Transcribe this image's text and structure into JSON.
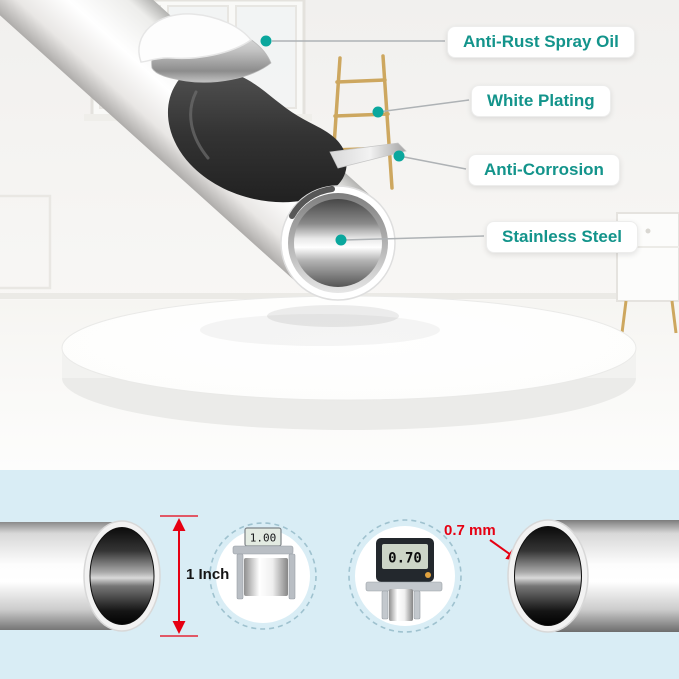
{
  "callouts": [
    {
      "label": "Anti-Rust Spray Oil"
    },
    {
      "label": "White Plating"
    },
    {
      "label": "Anti-Corrosion"
    },
    {
      "label": "Stainless Steel"
    }
  ],
  "measurements": {
    "diameter": "1 Inch",
    "thickness": "0.7 mm",
    "caliper_diameter_reading": "1.00",
    "caliper_thickness_reading": "0.70"
  },
  "icons": {
    "diameter_tool": "caliper-icon",
    "thickness_tool": "digital-caliper-icon"
  },
  "colors": {
    "callout_text": "#13948b",
    "callout_dot": "#0aa79d",
    "measurement_red": "#e60012",
    "strip_background": "#d9edf5",
    "brass_accent": "#cda75f"
  }
}
